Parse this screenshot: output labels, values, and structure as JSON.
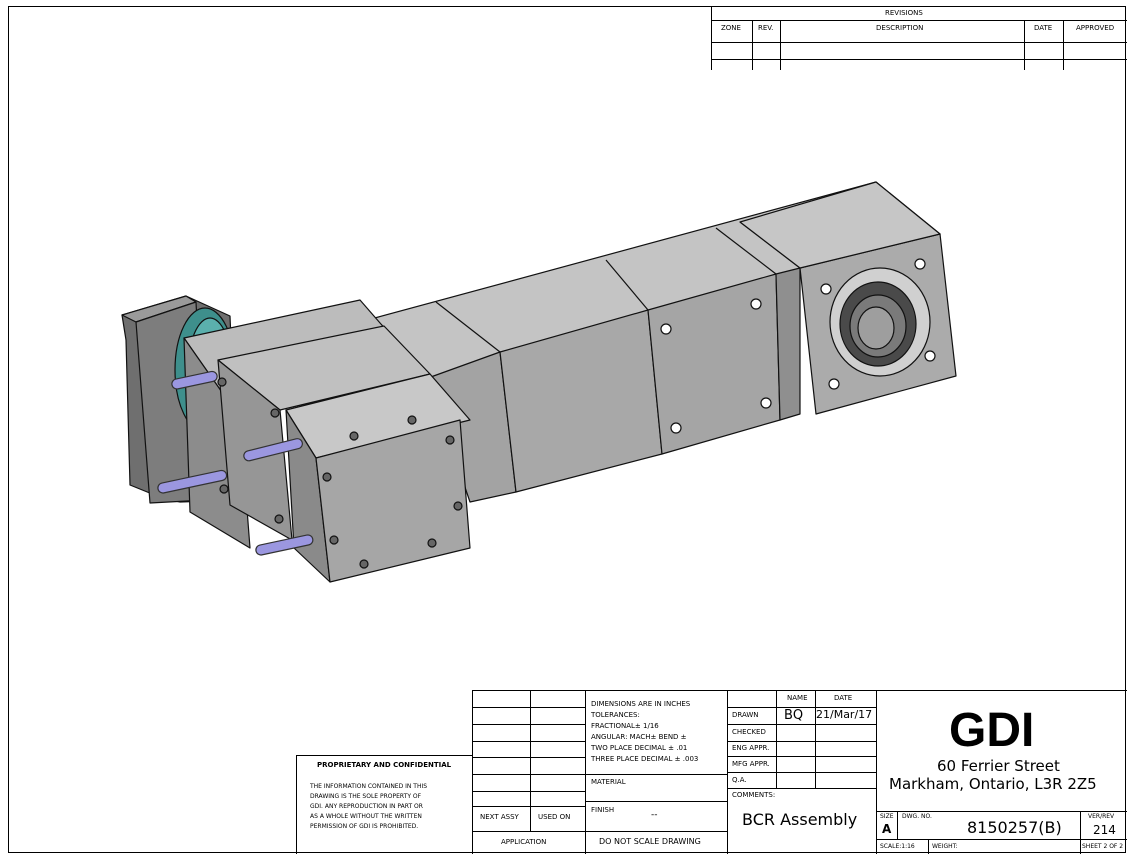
{
  "revisions": {
    "title": "REVISIONS",
    "headers": {
      "zone": "ZONE",
      "rev": "REV.",
      "description": "DESCRIPTION",
      "date": "DATE",
      "approved": "APPROVED"
    }
  },
  "proprietary": {
    "title": "PROPRIETARY AND CONFIDENTIAL",
    "lines": [
      "THE INFORMATION CONTAINED IN THIS",
      "DRAWING IS THE SOLE PROPERTY OF",
      "GDI.  ANY REPRODUCTION IN PART OR",
      "AS A WHOLE WITHOUT THE WRITTEN",
      "PERMISSION OF GDI IS PROHIBITED."
    ]
  },
  "usage": {
    "next_assy": "NEXT ASSY",
    "used_on": "USED ON",
    "application": "APPLICATION"
  },
  "tolerances": {
    "lines": [
      "DIMENSIONS ARE IN INCHES",
      "TOLERANCES:",
      "FRACTIONAL± 1/16",
      "ANGULAR: MACH±     BEND ±",
      "TWO PLACE DECIMAL     ± .01",
      "THREE PLACE DECIMAL  ± .003"
    ],
    "material_label": "MATERIAL",
    "finish_label": "FINISH",
    "finish_value": "--",
    "do_not_scale": "DO NOT SCALE DRAWING"
  },
  "signoff": {
    "name_header": "NAME",
    "date_header": "DATE",
    "rows": [
      {
        "label": "DRAWN",
        "name": "BQ",
        "date": "21/Mar/17"
      },
      {
        "label": "CHECKED",
        "name": "",
        "date": ""
      },
      {
        "label": "ENG APPR.",
        "name": "",
        "date": ""
      },
      {
        "label": "MFG APPR.",
        "name": "",
        "date": ""
      },
      {
        "label": "Q.A.",
        "name": "",
        "date": ""
      }
    ],
    "comments_label": "COMMENTS:",
    "comments_value": "BCR Assembly"
  },
  "company": {
    "logo": "GDI",
    "street": "60 Ferrier Street",
    "city": "Markham, Ontario, L3R 2Z5"
  },
  "drawing": {
    "size_label": "SIZE",
    "size_value": "A",
    "dwg_label": "DWG.  NO.",
    "dwg_value": "8150257(B)",
    "rev_label": "VER/REV",
    "rev_value": "214",
    "scale": "SCALE:1:16",
    "weight_label": "WEIGHT:",
    "sheet": "SHEET 2 OF 2"
  }
}
